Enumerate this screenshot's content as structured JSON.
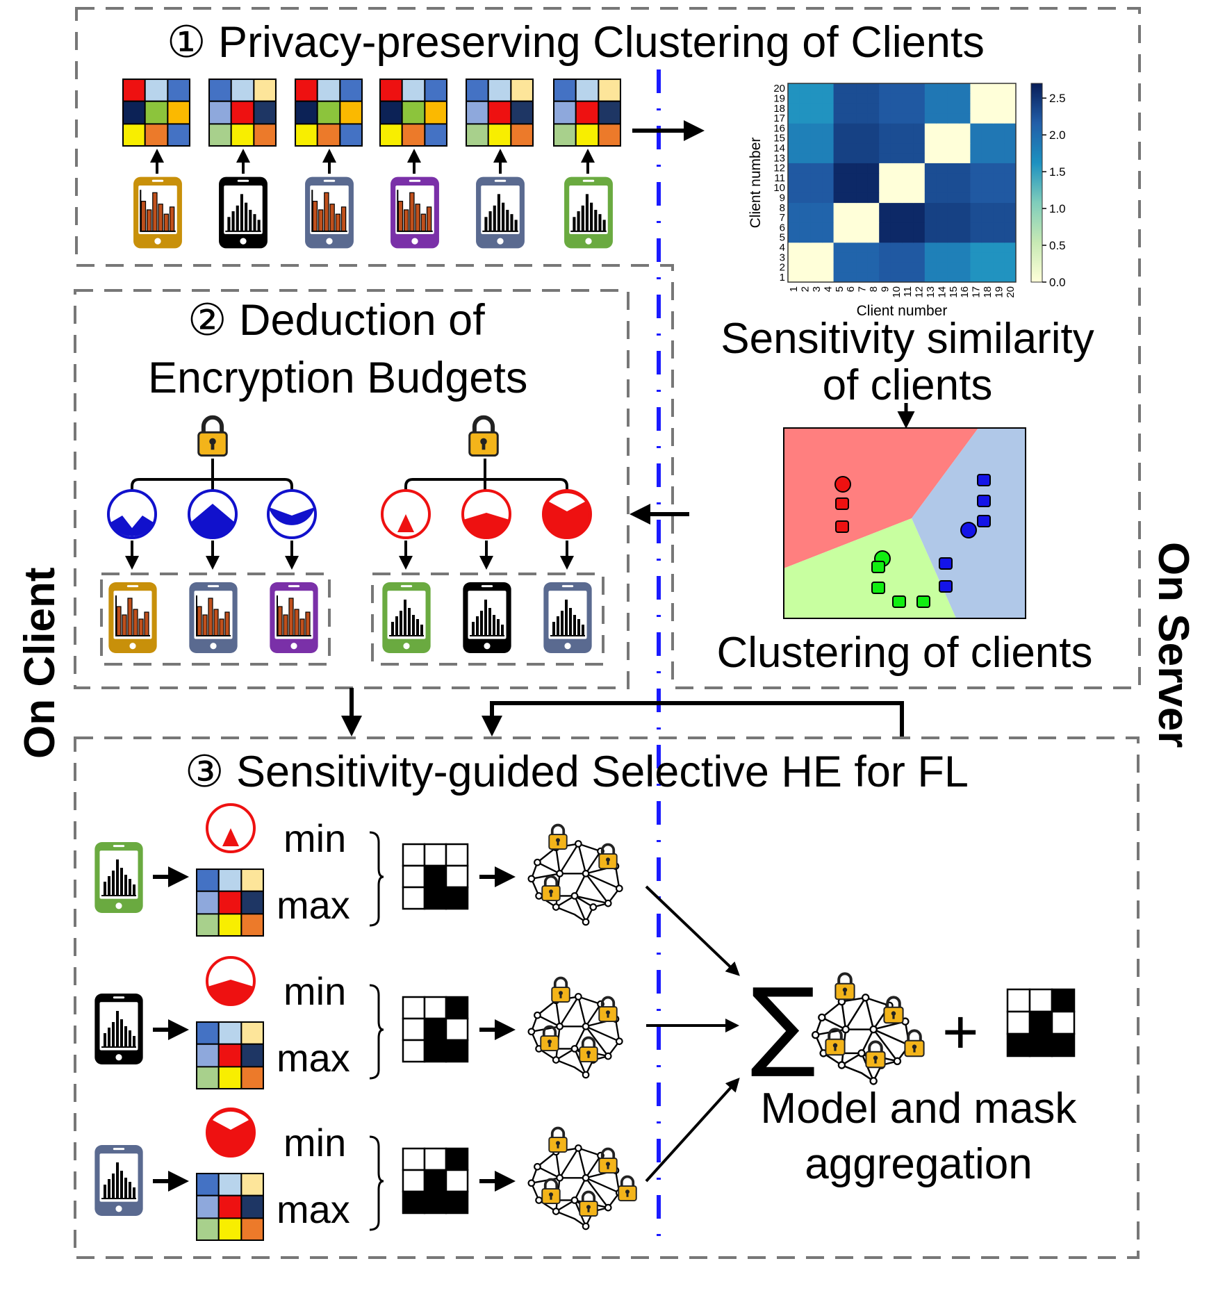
{
  "sections": {
    "s1": {
      "title": "① Privacy-preserving Clustering of Clients"
    },
    "s2": {
      "title_line1": "② Deduction of",
      "title_line2": "Encryption Budgets"
    },
    "s3": {
      "title": "③ Sensitivity-guided Selective HE for FL"
    }
  },
  "side_labels": {
    "client": "On Client",
    "server": "On Server"
  },
  "captions": {
    "similarity_line1": "Sensitivity similarity",
    "similarity_line2": "of clients",
    "clustering": "Clustering of clients",
    "aggregation_line1": "Model and mask",
    "aggregation_line2": "aggregation"
  },
  "minmax": {
    "min": "min",
    "max": "max"
  },
  "symbols": {
    "sum": "∑",
    "plus": "+"
  },
  "colors": {
    "blue_budget": "#1111cc",
    "red_budget": "#ee1111",
    "server_divider": "#1a1aff",
    "phone_yellow": "#c8900a",
    "phone_black": "#000000",
    "phone_slate": "#5a6a90",
    "phone_purple": "#7a30a8",
    "phone_green": "#6aaa40"
  },
  "chart_data": {
    "type": "heatmap",
    "xlabel": "Client number",
    "ylabel": "Client number",
    "x_ticks": [
      "1",
      "2",
      "3",
      "4",
      "5",
      "6",
      "7",
      "8",
      "9",
      "10",
      "11",
      "12",
      "13",
      "14",
      "15",
      "16",
      "17",
      "18",
      "19",
      "20"
    ],
    "y_ticks": [
      "1",
      "2",
      "3",
      "4",
      "5",
      "6",
      "7",
      "8",
      "9",
      "10",
      "11",
      "12",
      "13",
      "14",
      "15",
      "16",
      "17",
      "18",
      "19",
      "20"
    ],
    "colorbar_ticks": [
      "0.0",
      "0.5",
      "1.0",
      "1.5",
      "2.0",
      "2.5"
    ],
    "colorbar_range": [
      0,
      2.7
    ],
    "colormap": "YlGnBu",
    "block_groups": [
      "1-4",
      "5-8",
      "9-12",
      "13-16",
      "17-20"
    ],
    "block_values": [
      [
        0.0,
        2.1,
        2.2,
        1.8,
        1.6
      ],
      [
        2.1,
        0.0,
        2.6,
        2.4,
        2.3
      ],
      [
        2.2,
        2.6,
        0.0,
        2.3,
        2.2
      ],
      [
        1.8,
        2.4,
        2.3,
        0.0,
        1.9
      ],
      [
        1.6,
        2.3,
        2.2,
        1.9,
        0.0
      ]
    ]
  }
}
